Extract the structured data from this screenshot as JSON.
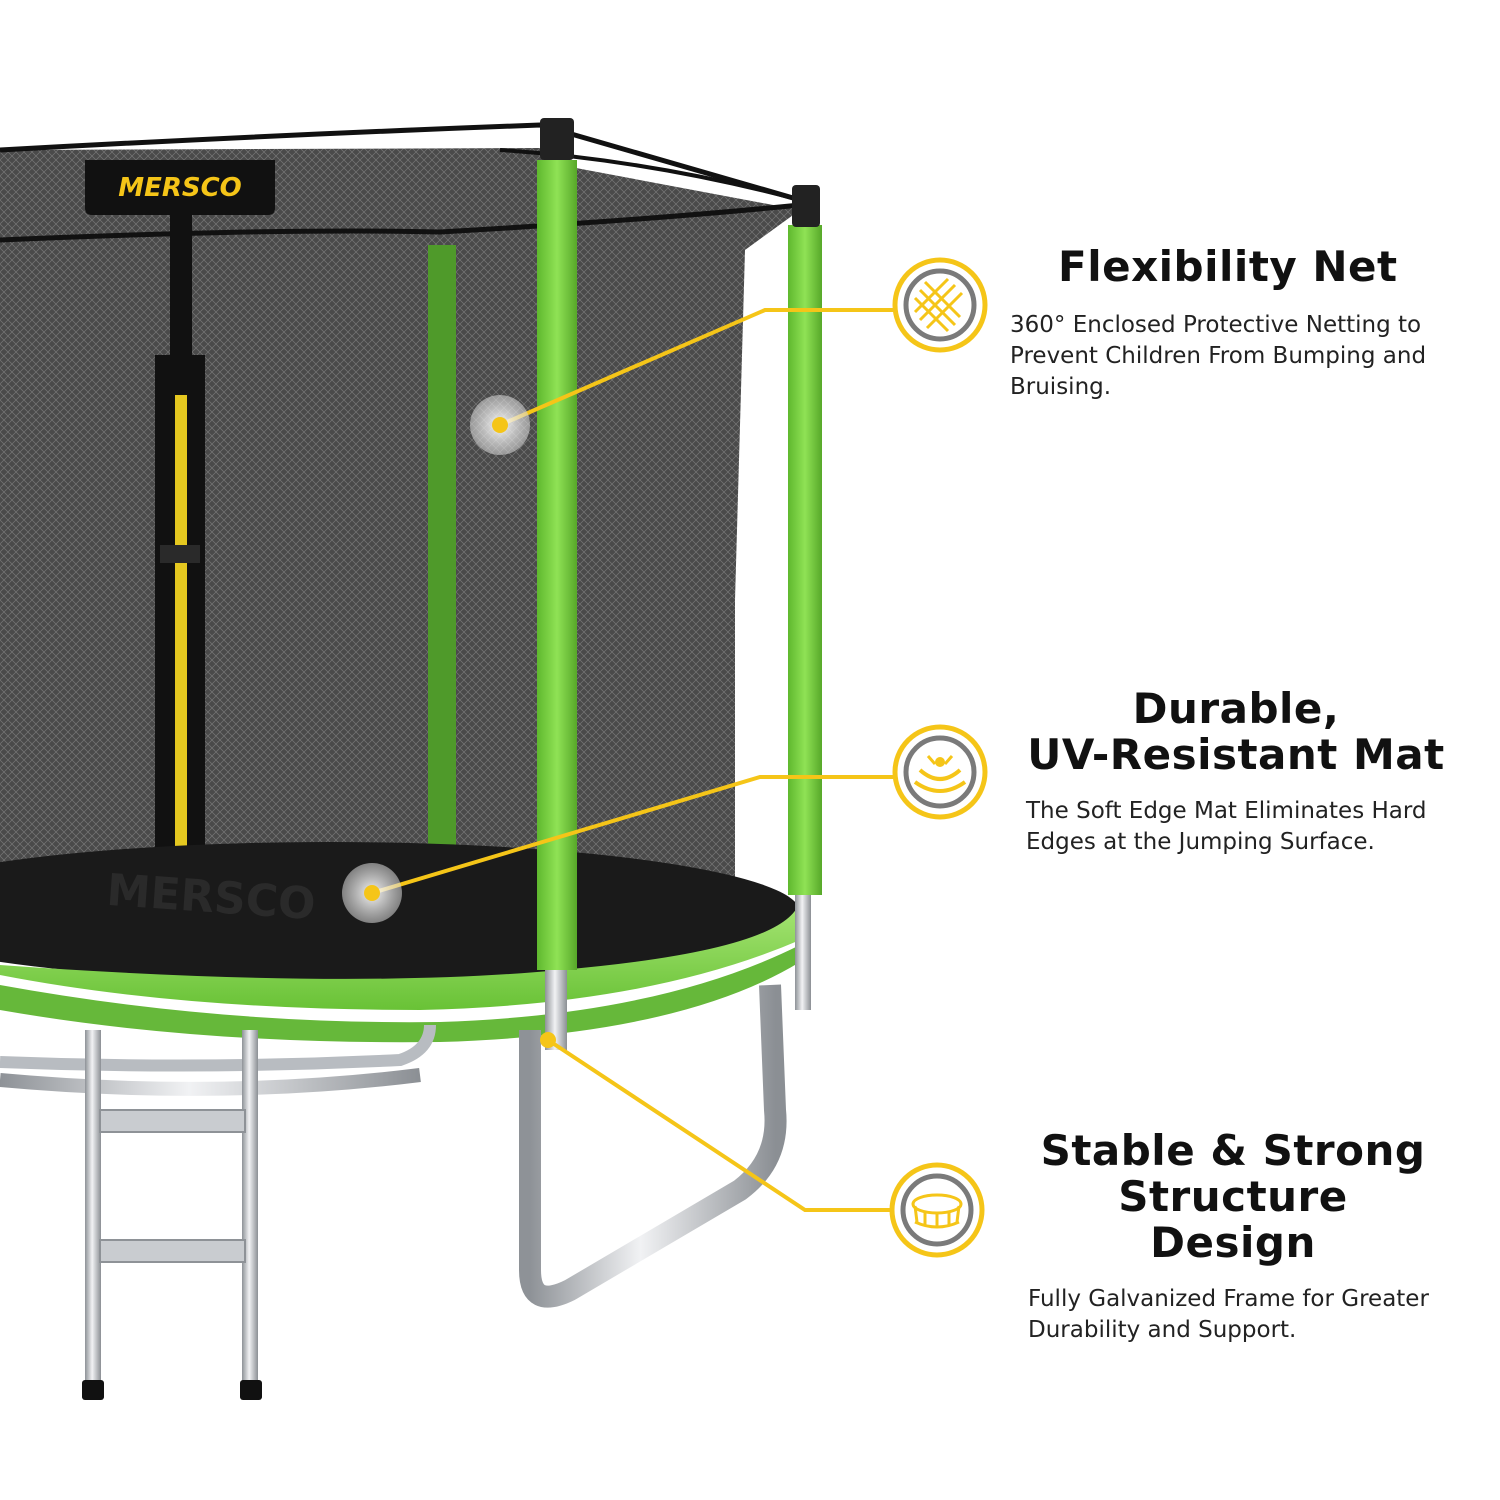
{
  "colors": {
    "accent_yellow": "#f5c518",
    "frame_green": "#7ad33f",
    "net_dark": "#2b2b2b",
    "steel": "#c9ccd0"
  },
  "brand": {
    "logo": "MERSCO",
    "mat_logo": "MERSCO"
  },
  "features": [
    {
      "icon": "net-grid-icon",
      "title": "Flexibility Net",
      "desc": "360° Enclosed Protective Netting to Prevent Children From Bumping and Bruising."
    },
    {
      "icon": "bounce-mat-icon",
      "title_line1": "Durable,",
      "title_line2": "UV-Resistant Mat",
      "desc": "The Soft Edge Mat Eliminates Hard Edges at the Jumping Surface."
    },
    {
      "icon": "frame-structure-icon",
      "title_line1": "Stable & Strong",
      "title_line2": "Structure Design",
      "desc": "Fully Galvanized Frame for Greater Durability and Support."
    }
  ]
}
